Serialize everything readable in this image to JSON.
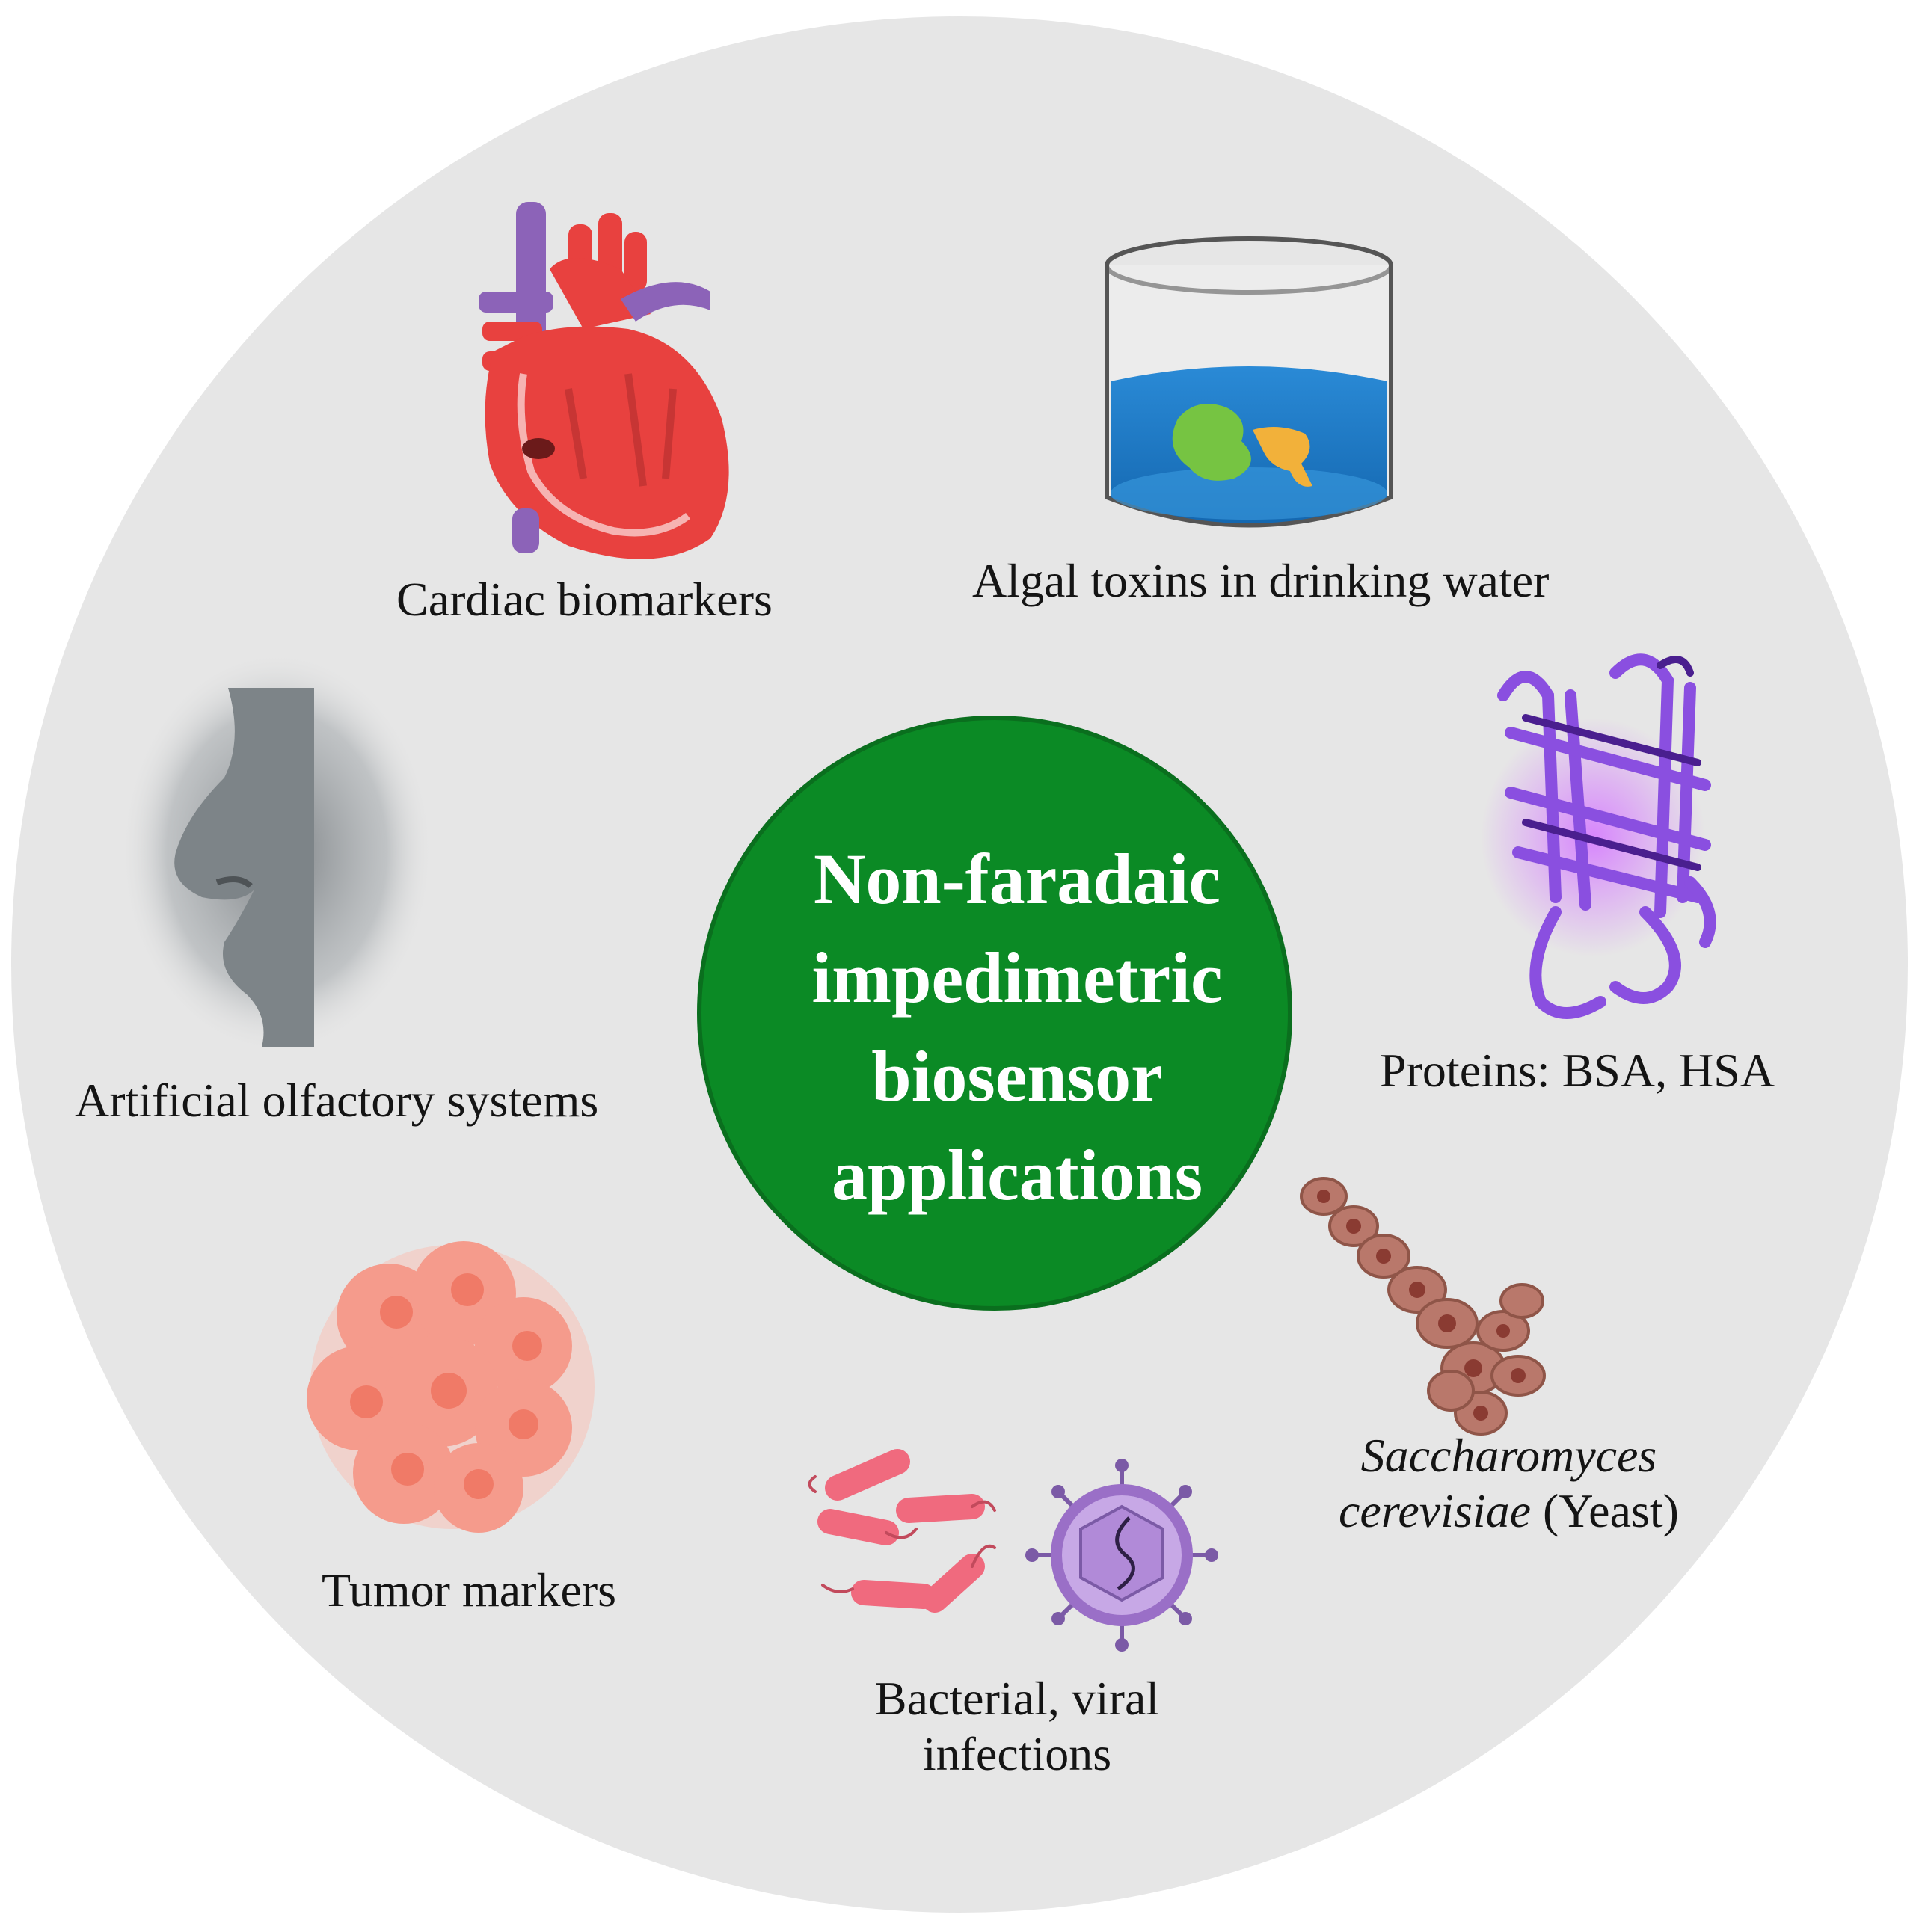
{
  "center": {
    "lines": [
      "Non-faradaic",
      "impedimetric",
      "biosensor",
      "applications"
    ],
    "color": "#0b8a25"
  },
  "items": [
    {
      "label": "Cardiac biomarkers",
      "icon": "heart-icon"
    },
    {
      "label": "Algal toxins in drinking water",
      "icon": "water-beaker-icon"
    },
    {
      "label": "Proteins: BSA, HSA",
      "icon": "protein-structure-icon"
    },
    {
      "label_italic": "Saccharomyces",
      "label_italic2": "cerevisiae",
      "label_rest": "(Yeast)",
      "icon": "yeast-cell-icon"
    },
    {
      "label_line1": "Bacterial, viral",
      "label_line2": "infections",
      "icons": [
        "bacteria-icon",
        "virus-icon"
      ]
    },
    {
      "label": "Tumor markers",
      "icon": "tumor-cells-icon"
    },
    {
      "label": "Artificial olfactory systems",
      "icon": "nose-icon"
    }
  ],
  "colors": {
    "background_disc": "#e6e6e6",
    "heart": "#e8413f",
    "vessels": "#8c63b8",
    "water": "#1f7fc9",
    "protein": "#8a4fe0",
    "yeast": "#b9786b",
    "bacteria": "#f06a7e",
    "virus": "#9a6fc7",
    "tumor": "#f59b8c"
  }
}
